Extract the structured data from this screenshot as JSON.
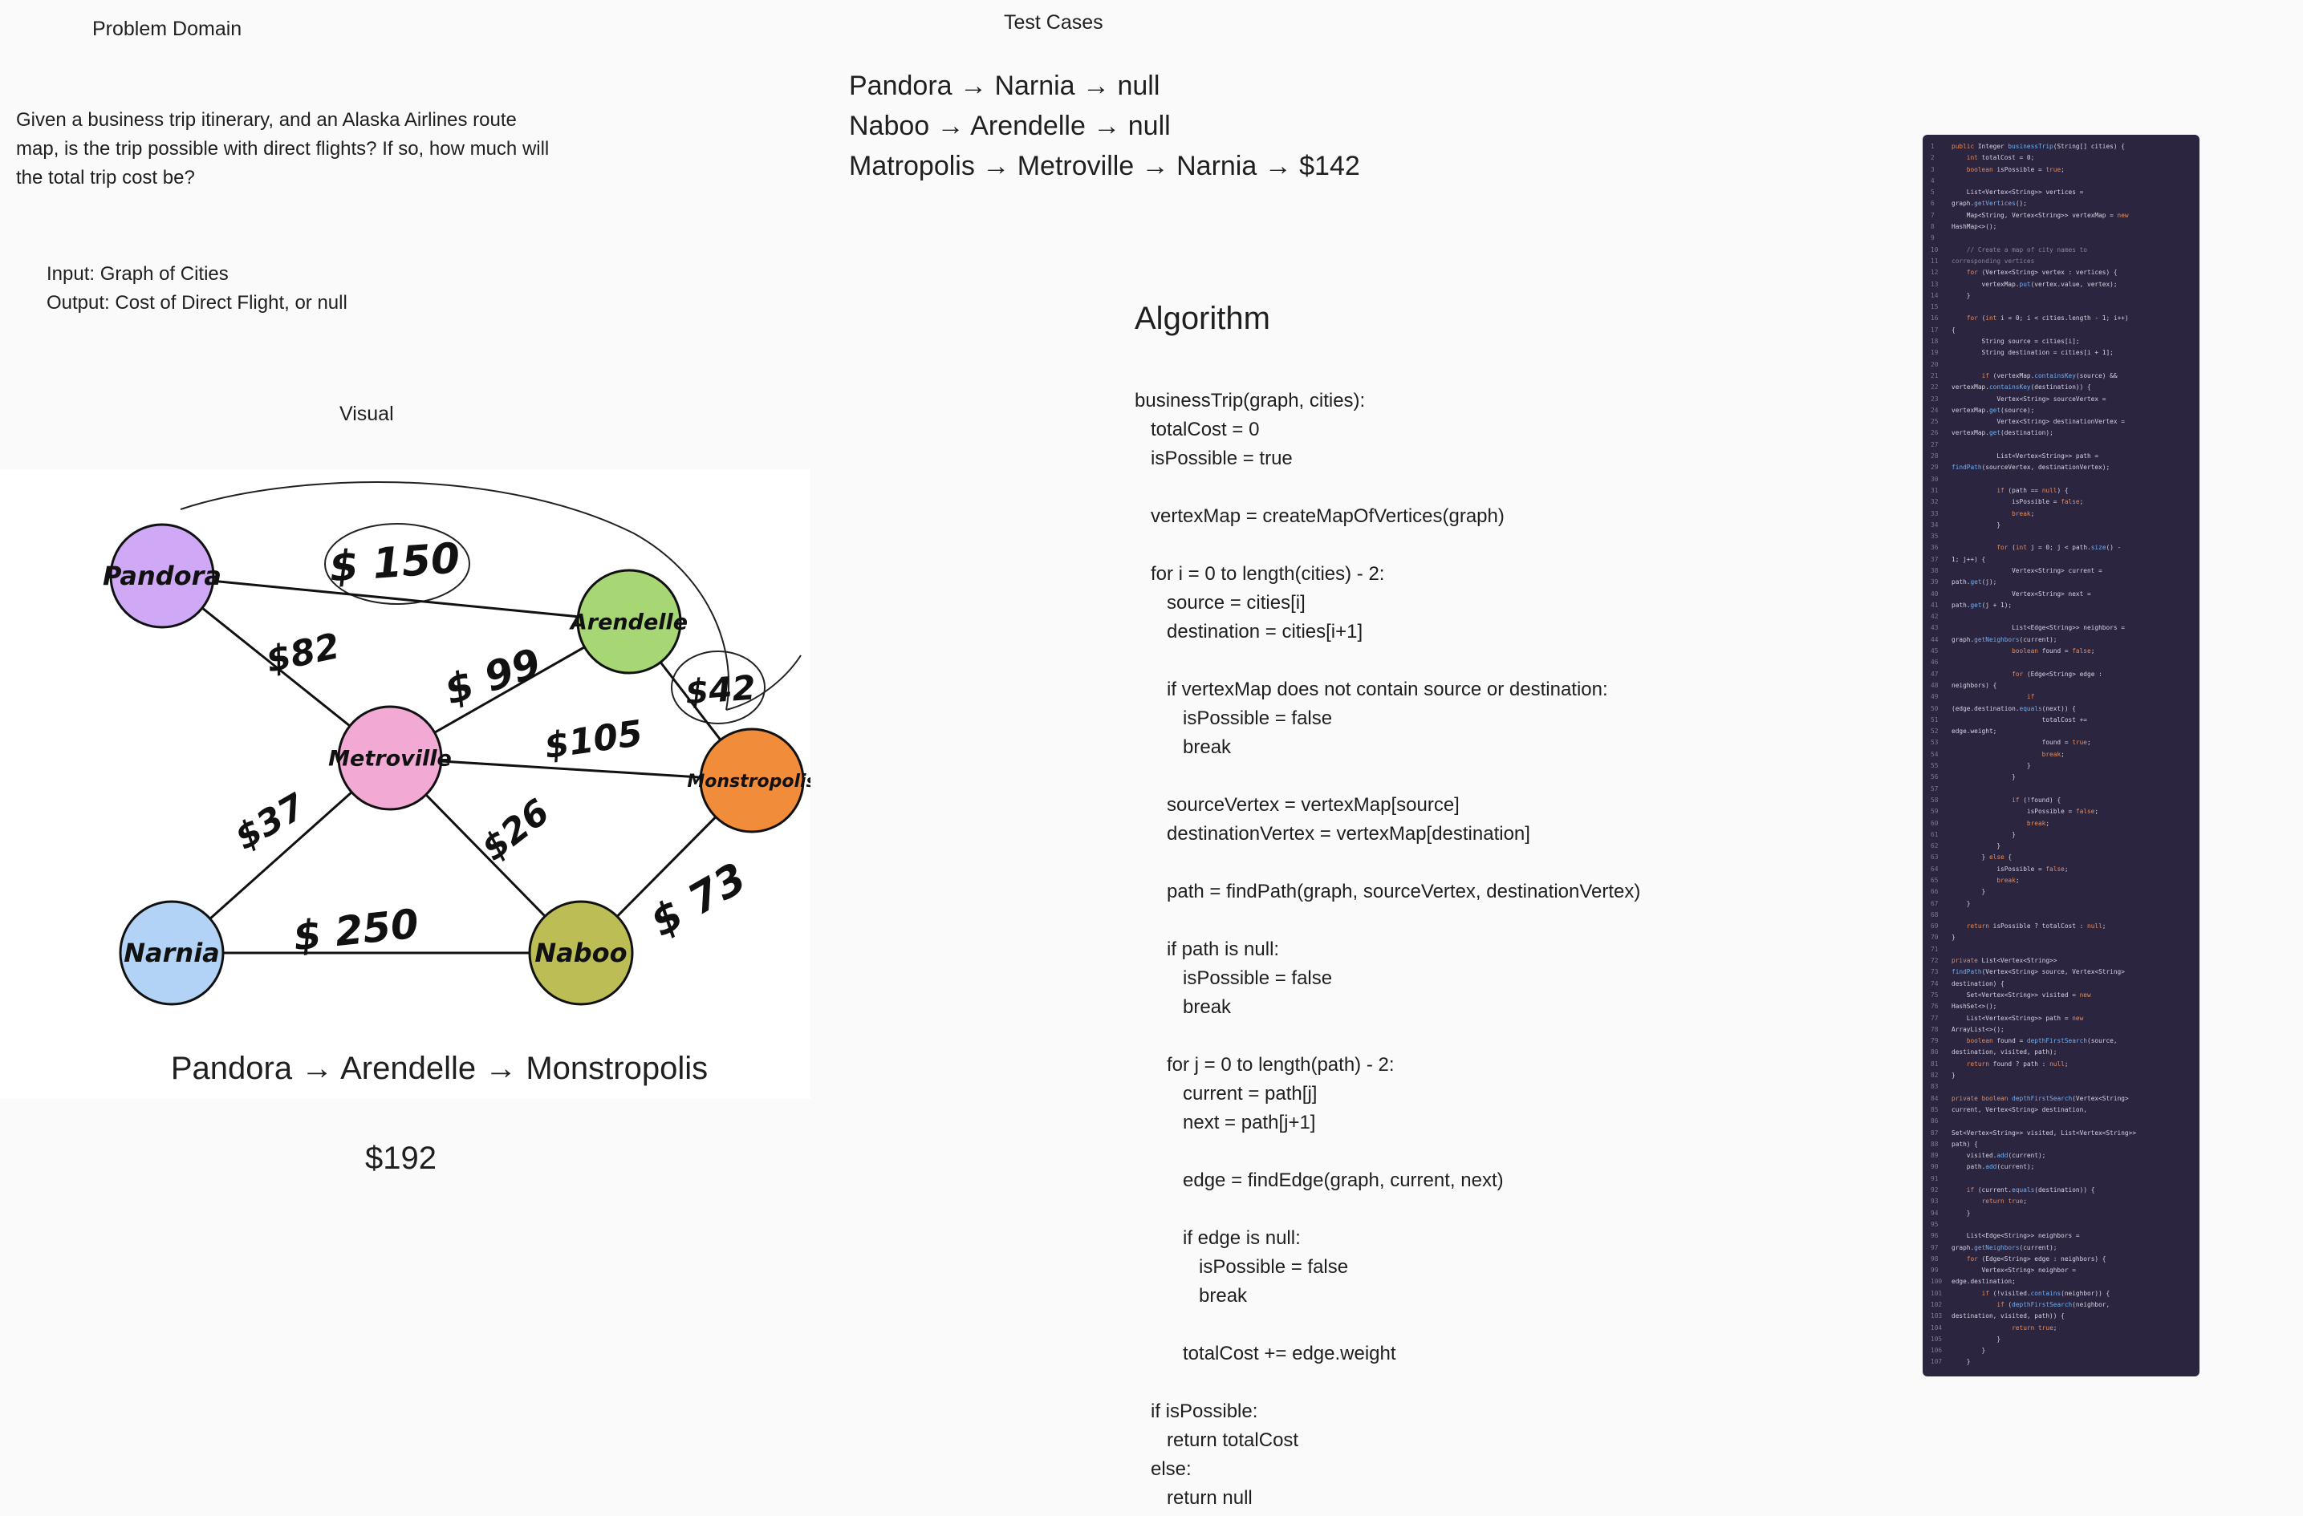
{
  "headings": {
    "problem_domain": "Problem Domain",
    "test_cases": "Test Cases",
    "visual": "Visual",
    "algorithm": "Algorithm"
  },
  "problem": {
    "description": "Given a business trip itinerary, and an Alaska Airlines route map, is the trip possible with direct flights? If so, how much will the total trip cost be?",
    "input": "Input: Graph of Cities",
    "output": "Output: Cost of Direct Flight, or null"
  },
  "test_cases": [
    "Pandora → Narnia → null",
    "Naboo → Arendelle → null",
    "Matropolis → Metroville → Narnia → $142"
  ],
  "graph": {
    "nodes": [
      {
        "id": "pandora",
        "label": "Pandora",
        "color": "#cfa9f5"
      },
      {
        "id": "arendelle",
        "label": "Arendelle",
        "color": "#a7d774"
      },
      {
        "id": "metroville",
        "label": "Metroville",
        "color": "#f2a9d3"
      },
      {
        "id": "monstropolis",
        "label": "Monstropolis",
        "color": "#f08c3a"
      },
      {
        "id": "narnia",
        "label": "Narnia",
        "color": "#b2d3f5"
      },
      {
        "id": "naboo",
        "label": "Naboo",
        "color": "#bcbe55"
      }
    ],
    "edges": [
      {
        "from": "pandora",
        "to": "arendelle",
        "label": "$ 150"
      },
      {
        "from": "pandora",
        "to": "metroville",
        "label": "$82"
      },
      {
        "from": "metroville",
        "to": "arendelle",
        "label": "$ 99"
      },
      {
        "from": "arendelle",
        "to": "monstropolis",
        "label": "$42"
      },
      {
        "from": "metroville",
        "to": "monstropolis",
        "label": "$105"
      },
      {
        "from": "metroville",
        "to": "narnia",
        "label": "$37"
      },
      {
        "from": "metroville",
        "to": "naboo",
        "label": "$26"
      },
      {
        "from": "narnia",
        "to": "naboo",
        "label": "$ 250"
      },
      {
        "from": "naboo",
        "to": "monstropolis",
        "label": "$ 73"
      }
    ]
  },
  "visual_example": {
    "route": "Pandora → Arendelle → Monstropolis",
    "cost": "$192"
  },
  "algorithm_lines": [
    "businessTrip(graph, cities):",
    "   totalCost = 0",
    "   isPossible = true",
    "",
    "   vertexMap = createMapOfVertices(graph)",
    "",
    "   for i = 0 to length(cities) - 2:",
    "      source = cities[i]",
    "      destination = cities[i+1]",
    "",
    "      if vertexMap does not contain source or destination:",
    "         isPossible = false",
    "         break",
    "",
    "      sourceVertex = vertexMap[source]",
    "      destinationVertex = vertexMap[destination]",
    "",
    "      path = findPath(graph, sourceVertex, destinationVertex)",
    "",
    "      if path is null:",
    "         isPossible = false",
    "         break",
    "",
    "      for j = 0 to length(path) - 2:",
    "         current = path[j]",
    "         next = path[j+1]",
    "",
    "         edge = findEdge(graph, current, next)",
    "",
    "         if edge is null:",
    "            isPossible = false",
    "            break",
    "",
    "         totalCost += edge.weight",
    "",
    "   if isPossible:",
    "      return totalCost",
    "   else:",
    "      return null"
  ],
  "code_lines": [
    "public Integer businessTrip(String[] cities) {",
    "    int totalCost = 0;",
    "    boolean isPossible = true;",
    "",
    "    List<Vertex<String>> vertices =",
    "graph.getVertices();",
    "    Map<String, Vertex<String>> vertexMap = new",
    "HashMap<>();",
    "",
    "    // Create a map of city names to",
    "corresponding vertices",
    "    for (Vertex<String> vertex : vertices) {",
    "        vertexMap.put(vertex.value, vertex);",
    "    }",
    "",
    "    for (int i = 0; i < cities.length - 1; i++)",
    "{",
    "        String source = cities[i];",
    "        String destination = cities[i + 1];",
    "",
    "        if (vertexMap.containsKey(source) &&",
    "vertexMap.containsKey(destination)) {",
    "            Vertex<String> sourceVertex =",
    "vertexMap.get(source);",
    "            Vertex<String> destinationVertex =",
    "vertexMap.get(destination);",
    "",
    "            List<Vertex<String>> path =",
    "findPath(sourceVertex, destinationVertex);",
    "",
    "            if (path == null) {",
    "                isPossible = false;",
    "                break;",
    "            }",
    "",
    "            for (int j = 0; j < path.size() -",
    "1; j++) {",
    "                Vertex<String> current =",
    "path.get(j);",
    "                Vertex<String> next =",
    "path.get(j + 1);",
    "",
    "                List<Edge<String>> neighbors =",
    "graph.getNeighbors(current);",
    "                boolean found = false;",
    "",
    "                for (Edge<String> edge :",
    "neighbors) {",
    "                    if",
    "(edge.destination.equals(next)) {",
    "                        totalCost +=",
    "edge.weight;",
    "                        found = true;",
    "                        break;",
    "                    }",
    "                }",
    "",
    "                if (!found) {",
    "                    isPossible = false;",
    "                    break;",
    "                }",
    "            }",
    "        } else {",
    "            isPossible = false;",
    "            break;",
    "        }",
    "    }",
    "",
    "    return isPossible ? totalCost : null;",
    "}",
    "",
    "private List<Vertex<String>>",
    "findPath(Vertex<String> source, Vertex<String>",
    "destination) {",
    "    Set<Vertex<String>> visited = new",
    "HashSet<>();",
    "    List<Vertex<String>> path = new",
    "ArrayList<>();",
    "    boolean found = depthFirstSearch(source,",
    "destination, visited, path);",
    "    return found ? path : null;",
    "}",
    "",
    "private boolean depthFirstSearch(Vertex<String>",
    "current, Vertex<String> destination,",
    "",
    "Set<Vertex<String>> visited, List<Vertex<String>>",
    "path) {",
    "    visited.add(current);",
    "    path.add(current);",
    "",
    "    if (current.equals(destination)) {",
    "        return true;",
    "    }",
    "",
    "    List<Edge<String>> neighbors =",
    "graph.getNeighbors(current);",
    "    for (Edge<String> edge : neighbors) {",
    "        Vertex<String> neighbor =",
    "edge.destination;",
    "        if (!visited.contains(neighbor)) {",
    "            if (depthFirstSearch(neighbor,",
    "destination, visited, path)) {",
    "                return true;",
    "            }",
    "        }",
    "    }"
  ]
}
